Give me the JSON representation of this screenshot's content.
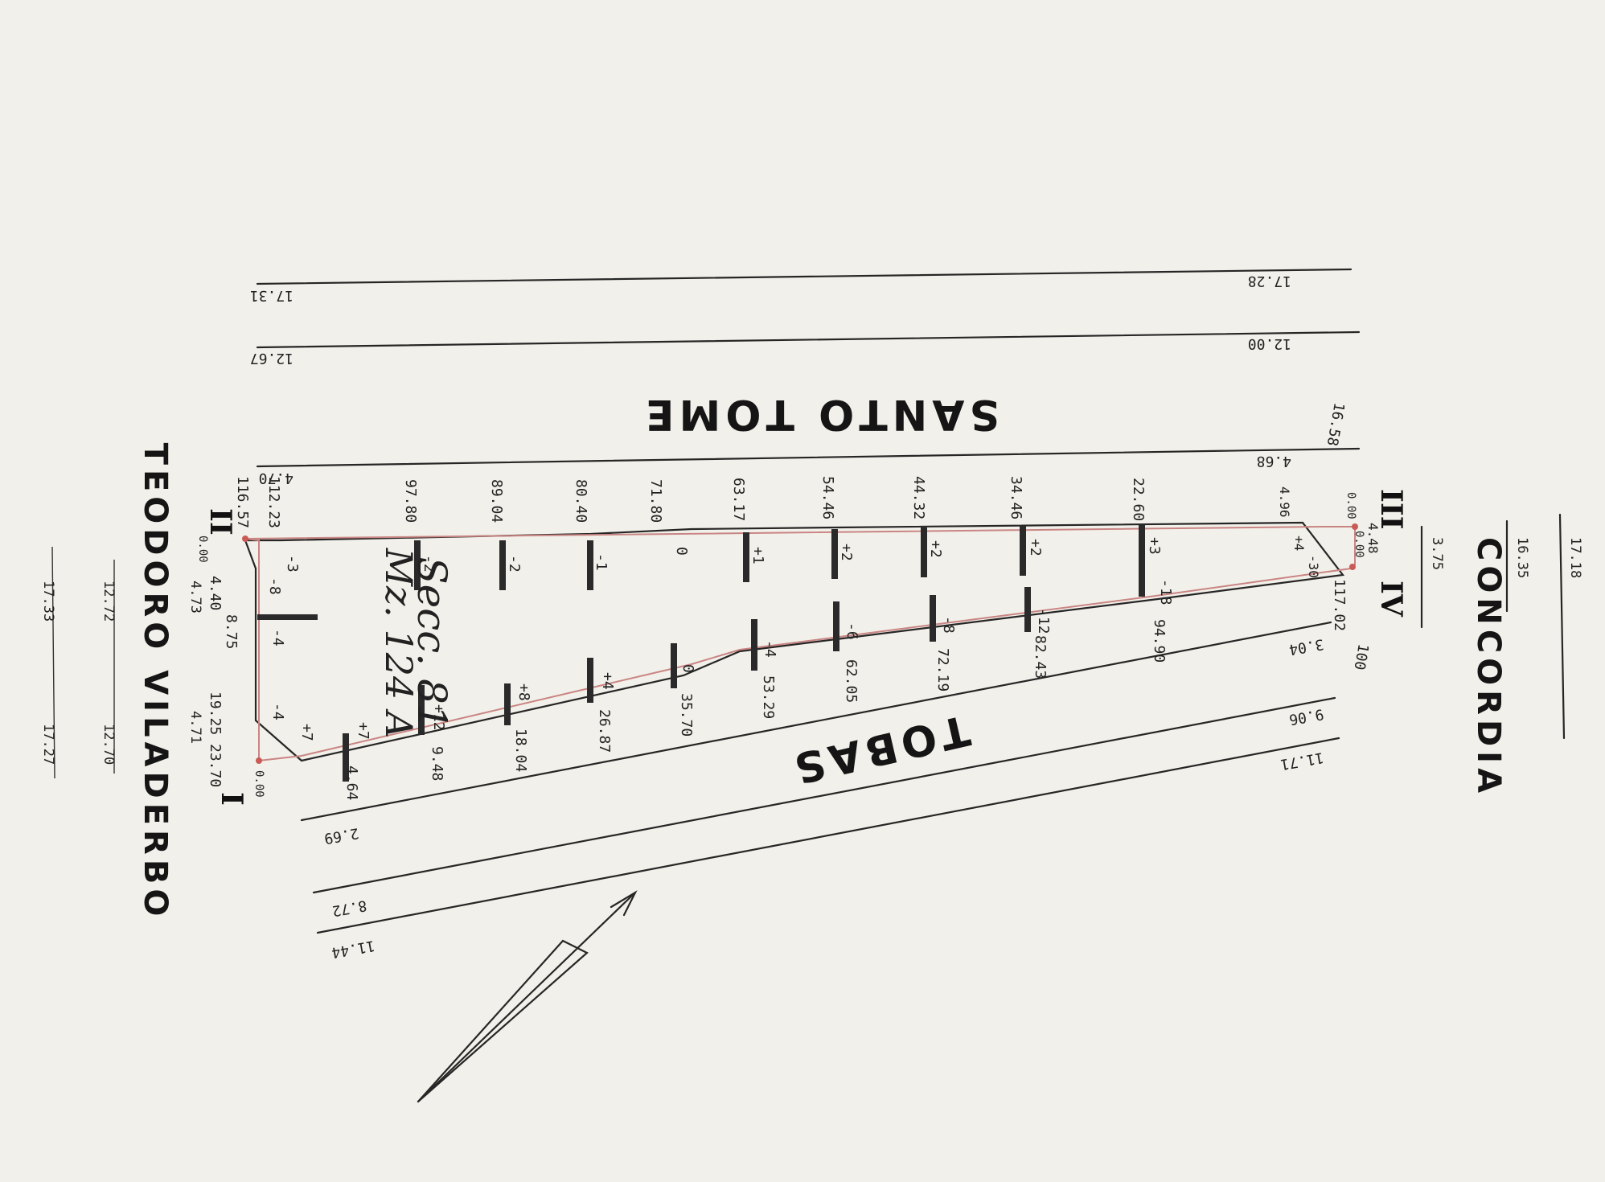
{
  "streets": {
    "santo_tome": "SANTO TOME",
    "tobas": "TOBAS",
    "concordia": "CONCORDIA",
    "teodoro_viladerbo": "TEODORO VILADERBO"
  },
  "block_label": {
    "seccion": "Secc. 81",
    "manzana": "Mz. 124 A"
  },
  "vertices": {
    "v1": "I",
    "v2": "II",
    "v3": "III",
    "v4": "IV"
  },
  "levels": {
    "top_line_left": "17.31",
    "top_line_right": "17.28",
    "second_line_left": "12.67",
    "second_line_right": "12.00",
    "lot_top_left": "4.70",
    "lot_top_right": "4.68",
    "tobas_a": "3.04",
    "tobas_b": "9.06",
    "tobas_c": "11.71",
    "bottom_a": "2.69",
    "bottom_b": "8.72",
    "bottom_c": "11.44",
    "left_a": "4.73",
    "left_b": "4.71",
    "left_c": "12.72",
    "left_d": "12.70",
    "left_e": "17.33",
    "left_f": "17.27",
    "right_a": "3.75",
    "right_b": "16.35",
    "right_c": "17.18",
    "right_d": "4.48",
    "pencil_a": "16.58",
    "pencil_b": "100"
  },
  "upper_stations": [
    "116.57",
    "112.23",
    "97.80",
    "89.04",
    "80.40",
    "71.80",
    "63.17",
    "54.46",
    "44.32",
    "34.46",
    "22.60",
    "4.96"
  ],
  "upper_values": [
    "-3",
    "-2",
    "-2",
    "-1",
    "0",
    "+1",
    "+2",
    "+2",
    "+2",
    "+3",
    "+4"
  ],
  "lower_stations": [
    "4.64",
    "9.48",
    "18.04",
    "26.87",
    "35.70",
    "53.29",
    "62.05",
    "72.19",
    "82.43",
    "94.90",
    "117.02"
  ],
  "lower_values": [
    "+7",
    "+7",
    "+12",
    "+8",
    "+4",
    "0",
    "-4",
    "-6",
    "-8",
    "-12",
    "-18",
    "-30"
  ],
  "left_stations": [
    "4.40",
    "8.75",
    "19.25",
    "23.70"
  ],
  "left_values": [
    "-8",
    "-4",
    "-4"
  ],
  "zero_marks": [
    "0.00",
    "0.00",
    "0.00",
    "0.00"
  ],
  "colors": {
    "paper": "#f2f0ea",
    "ink": "#262626",
    "boundary": "#c98583"
  }
}
